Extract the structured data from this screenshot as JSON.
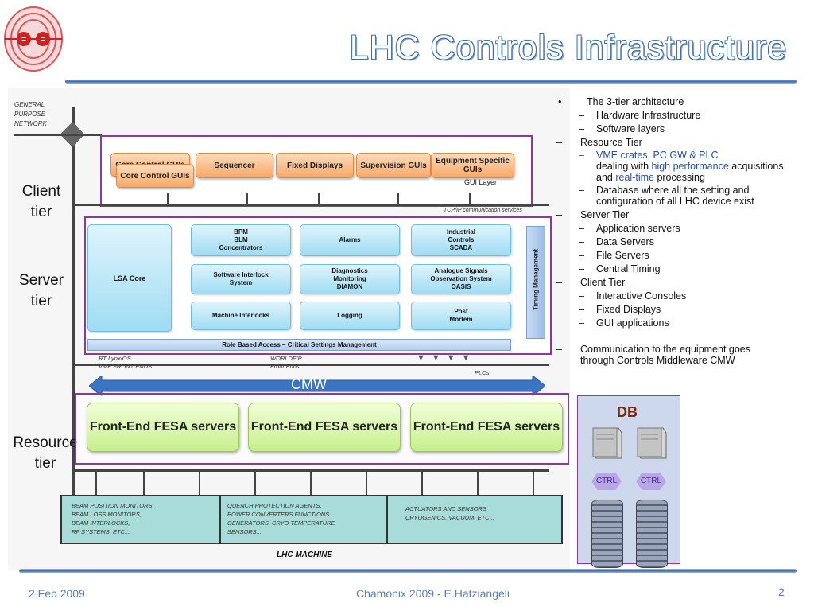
{
  "slide": {
    "title": "LHC Controls Infrastructure",
    "footer_date": "2 Feb 2009",
    "footer_center": "Chamonix 2009 - E.Hatziangeli",
    "page_number": "2"
  },
  "diagram": {
    "network_label": [
      "GENERAL",
      "PURPOSE",
      "NETWORK"
    ],
    "tiers": {
      "client": [
        "Client",
        "tier"
      ],
      "server": [
        "Server",
        "tier"
      ],
      "resource": [
        "Resource",
        "tier"
      ]
    },
    "client_layer": {
      "buttons": [
        "Core Control GUIs",
        "Core Control GUIs",
        "Sequencer",
        "Fixed Displays",
        "Supervision GUIs",
        "Equipment Specific GUIs"
      ],
      "gui_layer_label": "GUI Layer",
      "tcp_label": "TCP/IP communication services"
    },
    "server_layer": {
      "lsa_core": "LSA Core",
      "boxes": [
        [
          "BPM",
          "BLM",
          "Concentrators"
        ],
        [
          "Alarms"
        ],
        [
          "Industrial",
          "Controls",
          "SCADA"
        ],
        [
          "Software Interlock",
          "System"
        ],
        [
          "Diagnostics",
          "Monitoring",
          "DIAMON"
        ],
        [
          "Analogue Signals",
          "Observation System",
          "OASIS"
        ],
        [
          "Machine Interlocks"
        ],
        [
          "Logging"
        ],
        [
          "Post",
          "Mortem"
        ]
      ],
      "timing": "Timing Management",
      "rbac": "Role Based Access – Critical Settings Management"
    },
    "frontend_labels": {
      "rt_lynx": [
        "RT Lynx/OS",
        "VME FRONT ENDS"
      ],
      "worldfip": [
        "WORLDFIP",
        "Front Ends"
      ],
      "plcs": "PLCs"
    },
    "cmw": "CMW",
    "fesa": [
      "Front-End  FESA servers",
      "Front-End  FESA servers",
      "Front-End  FESA servers"
    ],
    "machine": {
      "col1": [
        "BEAM POSITION MONITORS,",
        "BEAM LOSS MONITORS,",
        "BEAM INTERLOCKS,",
        "RF SYSTEMS, ETC..."
      ],
      "col2": [
        "QUENCH PROTECTION AGENTS,",
        "POWER CONVERTERS FUNCTIONS",
        "GENERATORS, CRYO TEMPERATURE",
        "SENSORS..."
      ],
      "col3": [
        "ACTUATORS AND SENSORS",
        "CRYOGENICS, VACUUM, ETC..."
      ],
      "label": "LHC MACHINE"
    },
    "db": {
      "title": "DB",
      "ctrl": [
        "CTRL",
        "CTRL"
      ]
    }
  },
  "bullets": {
    "b1": "The 3-tier architecture",
    "b1_sub": [
      "Hardware Infrastructure",
      "Software layers"
    ],
    "resource": "Resource Tier",
    "vme_a": "VME crates, PC GW & PLC",
    "vme_b": "dealing with ",
    "vme_c": "high performance",
    "vme_d": " acquisitions and ",
    "vme_e": "real-time",
    "vme_f": " processing",
    "database": "Database where all the setting and configuration of all LHC device exist",
    "server": "Server Tier",
    "server_sub": [
      "Application servers",
      "Data Servers",
      "File Servers",
      "Central Timing"
    ],
    "client": "Client Tier",
    "client_sub": [
      "Interactive Consoles",
      "Fixed Displays",
      "GUI applications"
    ],
    "comm": "Communication to the equipment goes through Controls Middleware CMW"
  },
  "colors": {
    "accent": "#3a68a8",
    "frame": "#8a3a9e",
    "cmw_arrow": "#3a75c4",
    "fesa": "#c7ef8c"
  }
}
